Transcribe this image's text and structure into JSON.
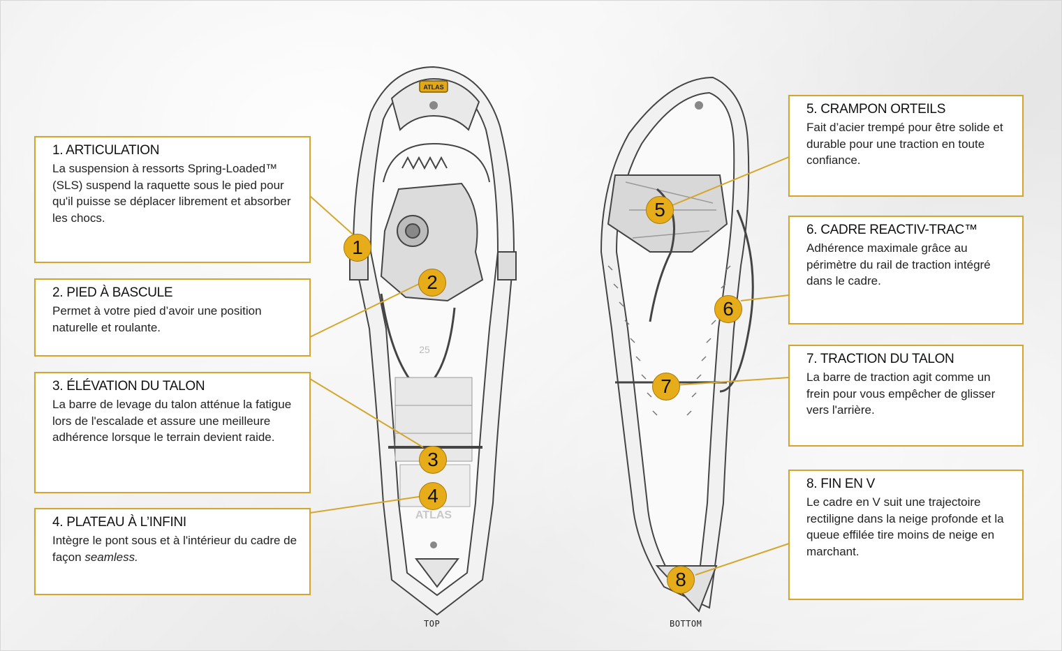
{
  "accent_color": "#d4a72c",
  "marker_color": "#e6ac1a",
  "captions": {
    "top": "TOP",
    "bottom": "BOTTOM"
  },
  "logo_text": "ATLAS",
  "model_number": "25",
  "callouts": [
    {
      "num": "1",
      "title": "1. ARTICULATION",
      "text": "La suspension à ressorts Spring-Loaded™ (SLS) suspend la raquette sous le pied pour qu'il puisse se déplacer  librement et absorber les chocs."
    },
    {
      "num": "2",
      "title": "2. PIED À BASCULE",
      "text": "Permet à votre pied d’avoir une position naturelle et roulante."
    },
    {
      "num": "3",
      "title": "3. ÉLÉVATION DU TALON",
      "text": "La barre de levage du  talon atténue la fatigue lors de l'escalade et assure une meilleure adhérence lorsque le terrain devient raide."
    },
    {
      "num": "4",
      "title": "4. PLATEAU À L’INFINI",
      "text": "Intègre le pont sous et à l'intérieur du cadre de façon ",
      "text_italic": "seamless."
    },
    {
      "num": "5",
      "title": "5. CRAMPON ORTEILS",
      "text": "Fait d’acier trempé pour être solide et durable pour une traction en toute confiance."
    },
    {
      "num": "6",
      "title": "6. CADRE REACTIV-TRAC™",
      "text": "Adhérence maximale grâce au périmètre du rail de traction intégré dans le cadre."
    },
    {
      "num": "7",
      "title": "7. TRACTION DU TALON",
      "text": "La barre de traction agit comme un frein pour vous empêcher de glisser vers l'arrière."
    },
    {
      "num": "8",
      "title": "8. FIN EN V",
      "text": "Le cadre en V suit une trajectoire rectiligne dans la neige profonde et la queue effilée tire moins de neige en marchant."
    }
  ]
}
